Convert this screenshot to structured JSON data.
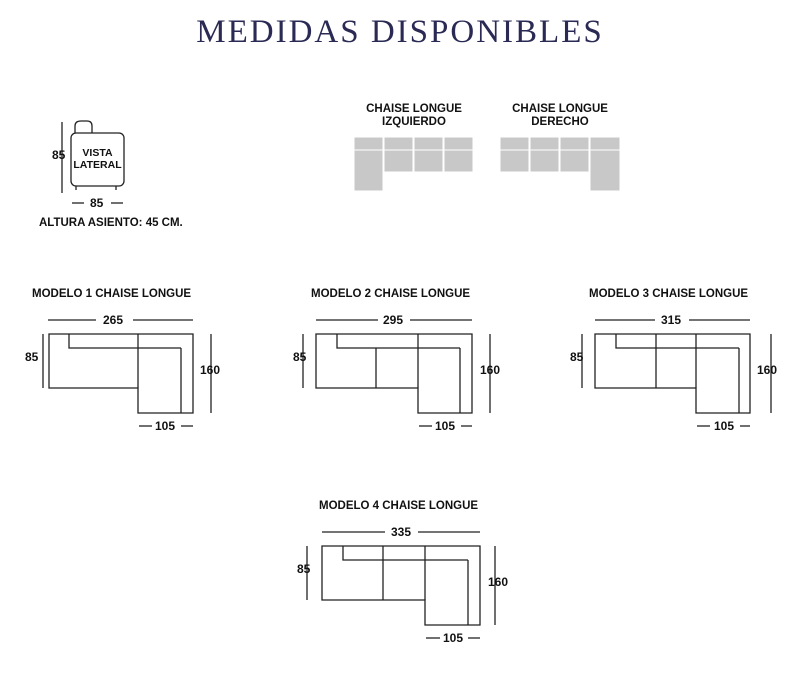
{
  "title": "MEDIDAS DISPONIBLES",
  "lateral_view": {
    "label_line1": "VISTA",
    "label_line2": "LATERAL",
    "height": "85",
    "depth": "85",
    "seat_height": "ALTURA ASIENTO: 45 CM."
  },
  "orientations": {
    "left": {
      "line1": "CHAISE LONGUE",
      "line2": "IZQUIERDO"
    },
    "right": {
      "line1": "CHAISE LONGUE",
      "line2": "DERECHO"
    }
  },
  "models": [
    {
      "name": "MODELO 1 CHAISE LONGUE",
      "width": "265",
      "depth": "85",
      "chaise_length": "160",
      "chaise_width": "105"
    },
    {
      "name": "MODELO 2 CHAISE LONGUE",
      "width": "295",
      "depth": "85",
      "chaise_length": "160",
      "chaise_width": "105"
    },
    {
      "name": "MODELO 3 CHAISE LONGUE",
      "width": "315",
      "depth": "85",
      "chaise_length": "160",
      "chaise_width": "105"
    },
    {
      "name": "MODELO 4 CHAISE LONGUE",
      "width": "335",
      "depth": "85",
      "chaise_length": "160",
      "chaise_width": "105"
    }
  ],
  "colors": {
    "title": "#2a2a55",
    "module_fill": "#c8c8c8",
    "line": "#222222"
  }
}
